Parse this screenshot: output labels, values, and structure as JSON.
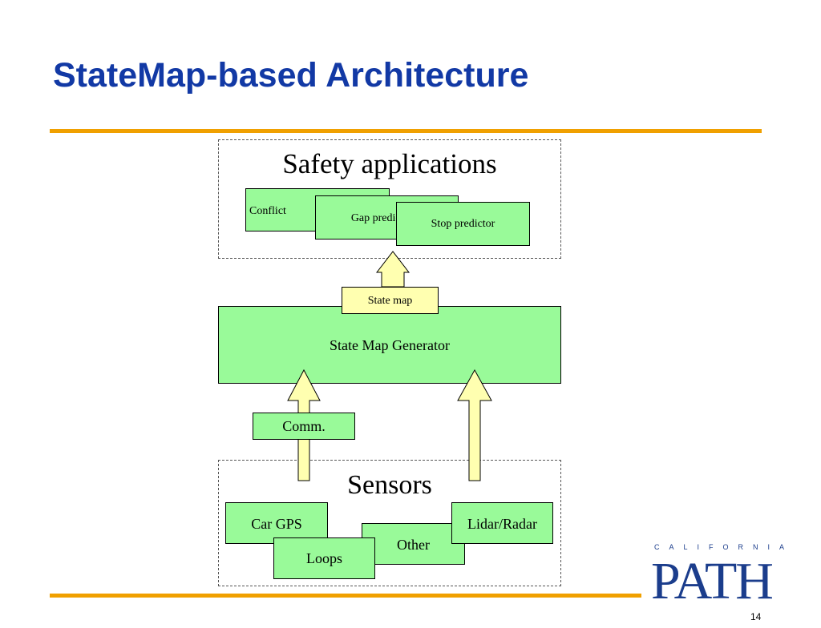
{
  "slide": {
    "title": "StateMap-based Architecture",
    "page_number": "14",
    "colors": {
      "title": "#1239a5",
      "rule": "#f0a000",
      "box_fill": "#99fa99",
      "label_fill": "#ffffb0",
      "logo": "#1b3d8c"
    }
  },
  "diagram": {
    "safety_group": {
      "title": "Safety applications",
      "boxes": [
        "Conflict",
        "Gap predictor",
        "Stop predictor"
      ]
    },
    "state_map_label": "State map",
    "generator_label": "State Map Generator",
    "comm_label": "Comm.",
    "sensors_group": {
      "title": "Sensors",
      "boxes": [
        "Car GPS",
        "Other",
        "Lidar/Radar",
        "Loops"
      ]
    }
  },
  "logo": {
    "top_text": "CALIFORNIA",
    "main_text": "PATH"
  }
}
